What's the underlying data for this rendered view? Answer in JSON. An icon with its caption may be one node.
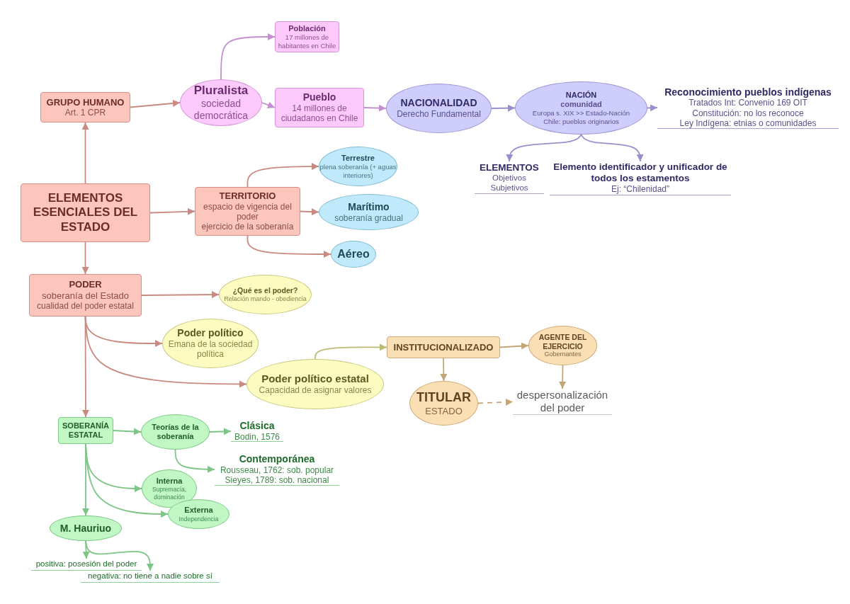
{
  "diagram": {
    "nodes": [
      {
        "text": [
          "GRUPO HUMANO",
          "Art. 1 CPR"
        ]
      },
      {
        "text": [
          "Pluralista",
          "sociedad democrática"
        ]
      },
      {
        "text": [
          "Población",
          "17 millones de habitantes en Chile"
        ]
      },
      {
        "text": [
          "Pueblo",
          "14 millones de ciudadanos en Chile"
        ]
      },
      {
        "text": [
          "NACIONALIDAD",
          "Derecho Fundamental"
        ]
      },
      {
        "text": [
          "NACIÓN",
          "comunidad",
          "Europa s. XIX >> Estado-Nación",
          "Chile: pueblos originarios"
        ]
      },
      {
        "text": [
          "Reconocimiento pueblos indígenas",
          "Tratados Int: Convenio 169 OIT",
          "Constitución: no los reconoce",
          "Ley Indígena: etnias o comunidades"
        ]
      },
      {
        "text": [
          "ELEMENTOS",
          "Objetivos",
          "Subjetivos"
        ]
      },
      {
        "text": [
          "Elemento identificador y unificador de todos los estamentos",
          "Ej: “Chilenidad”"
        ]
      },
      {
        "text": [
          "ELEMENTOS ESENCIALES DEL ESTADO"
        ]
      },
      {
        "text": [
          "TERRITORIO",
          "espacio de vigencia del poder",
          "ejercicio de la soberanía"
        ]
      },
      {
        "text": [
          "Terrestre",
          "plena soberanía (+ aguas interiores)"
        ]
      },
      {
        "text": [
          "Marítimo",
          "soberanía gradual"
        ]
      },
      {
        "text": [
          "Aéreo"
        ]
      },
      {
        "text": [
          "PODER",
          "soberanía del Estado",
          "cualidad del poder estatal"
        ]
      },
      {
        "text": [
          "¿Qué es el poder?",
          "Relación mando - obediencia"
        ]
      },
      {
        "text": [
          "Poder político",
          "Emana de la sociedad política"
        ]
      },
      {
        "text": [
          "Poder político estatal",
          "Capacidad de asignar valores"
        ]
      },
      {
        "text": [
          "INSTITUCIONALIZADO"
        ]
      },
      {
        "text": [
          "AGENTE DEL EJERCICIO",
          "Gobernantes"
        ]
      },
      {
        "text": [
          "TITULAR",
          "ESTADO"
        ]
      },
      {
        "text": [
          "despersonalización del poder"
        ]
      },
      {
        "text": [
          "SOBERANÍA ESTATAL"
        ]
      },
      {
        "text": [
          "Teorías de la soberanía"
        ]
      },
      {
        "text": [
          "Clásica",
          "Bodin, 1576"
        ]
      },
      {
        "text": [
          "Contemporánea",
          "Rousseau, 1762: sob. popular",
          "Sieyes, 1789: sob. nacional"
        ]
      },
      {
        "text": [
          "Interna",
          "Supremacía, dominación"
        ]
      },
      {
        "text": [
          "Externa",
          "Independencia"
        ]
      },
      {
        "text": [
          "M. Hauriuo"
        ]
      },
      {
        "text": [
          "positiva: posesión del poder"
        ]
      },
      {
        "text": [
          "negativa: no tiene a nadie sobre sí"
        ]
      }
    ],
    "edges": [
      {
        "from": 9,
        "to": 0,
        "arrow": "to"
      },
      {
        "from": 0,
        "to": 1,
        "arrow": "to"
      },
      {
        "from": 1,
        "to": 2,
        "arrow": "to",
        "color": "#c48fd0"
      },
      {
        "from": 1,
        "to": 3,
        "arrow": "to",
        "color": "#c48fd0"
      },
      {
        "from": 3,
        "to": 4,
        "arrow": "to",
        "color": "#c48fd0"
      },
      {
        "from": 4,
        "to": 5,
        "arrow": "to",
        "color": "#9790cc"
      },
      {
        "from": 5,
        "to": 6,
        "arrow": "to",
        "color": "#9790cc"
      },
      {
        "from": 5,
        "to": 7,
        "arrow": "to",
        "color": "#9790cc"
      },
      {
        "from": 5,
        "to": 8,
        "arrow": "to",
        "color": "#9790cc"
      },
      {
        "from": 9,
        "to": 10,
        "arrow": "to"
      },
      {
        "from": 10,
        "to": 11,
        "arrow": "to"
      },
      {
        "from": 10,
        "to": 12,
        "arrow": "to"
      },
      {
        "from": 10,
        "to": 13,
        "arrow": "to"
      },
      {
        "from": 9,
        "to": 14,
        "arrow": "to"
      },
      {
        "from": 14,
        "to": 15,
        "arrow": "to"
      },
      {
        "from": 14,
        "to": 16,
        "arrow": "to"
      },
      {
        "from": 14,
        "to": 17,
        "arrow": "to"
      },
      {
        "from": 14,
        "to": 22,
        "arrow": "to"
      },
      {
        "from": 17,
        "to": 18,
        "arrow": "to",
        "color": "#bcbb74"
      },
      {
        "from": 18,
        "to": 19,
        "arrow": "to",
        "color": "#c4a676"
      },
      {
        "from": 18,
        "to": 20,
        "arrow": "to",
        "color": "#c4a676"
      },
      {
        "from": 19,
        "to": 21,
        "arrow": "to",
        "color": "#c4a676"
      },
      {
        "from": 20,
        "to": 21,
        "arrow": "to",
        "style": "dashed",
        "color": "#c4a676"
      },
      {
        "from": 22,
        "to": 23,
        "arrow": "to",
        "color": "#7cc585"
      },
      {
        "from": 23,
        "to": 24,
        "arrow": "to",
        "color": "#7cc585"
      },
      {
        "from": 23,
        "to": 25,
        "arrow": "to",
        "color": "#7cc585"
      },
      {
        "from": 22,
        "to": 26,
        "arrow": "to",
        "color": "#7cc585"
      },
      {
        "from": 22,
        "to": 27,
        "arrow": "to",
        "color": "#7cc585"
      },
      {
        "from": 22,
        "to": 28,
        "arrow": "to",
        "color": "#7cc585"
      },
      {
        "from": 28,
        "to": 29,
        "arrow": "to",
        "color": "#7cc585"
      },
      {
        "from": 28,
        "to": 30,
        "arrow": "to",
        "color": "#7cc585"
      }
    ]
  }
}
